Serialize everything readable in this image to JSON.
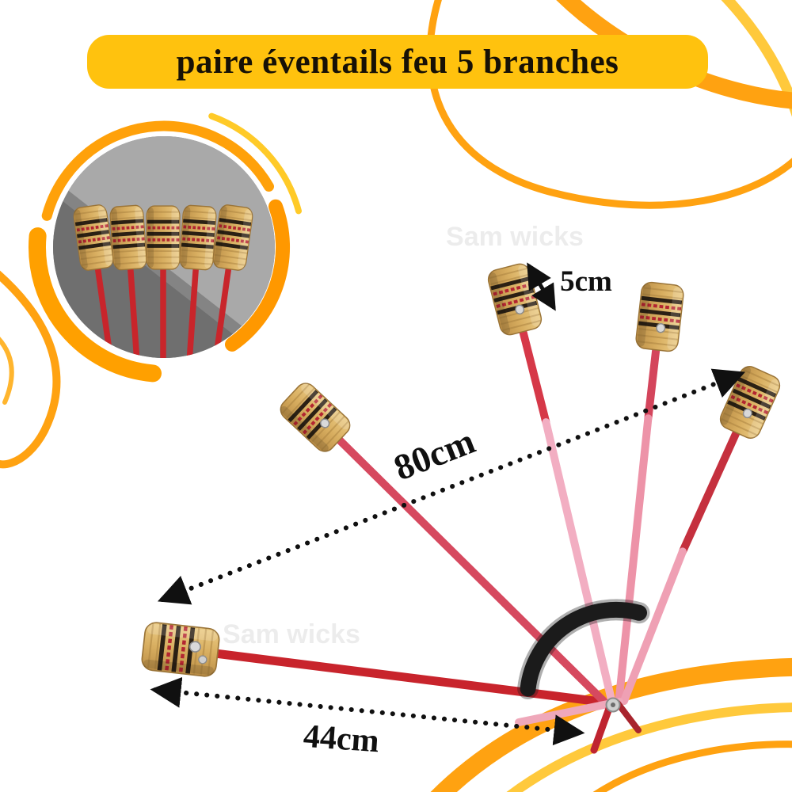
{
  "title": "paire éventails feu 5 branches",
  "measurements": {
    "wick_height": "5cm",
    "diagonal_span": "80cm",
    "arm_length": "44cm"
  },
  "watermark": "Sam wicks",
  "colors": {
    "banner_yellow": "#FFC20E",
    "swoosh_orange": "#FFA211",
    "swoosh_yellow": "#FFC93C",
    "stick_red": "#C8252B",
    "stick_pink": "#F0A6BC",
    "wick_tan": "#D9B36A",
    "strap_black": "#1B1B1B",
    "text_black": "#101010"
  }
}
